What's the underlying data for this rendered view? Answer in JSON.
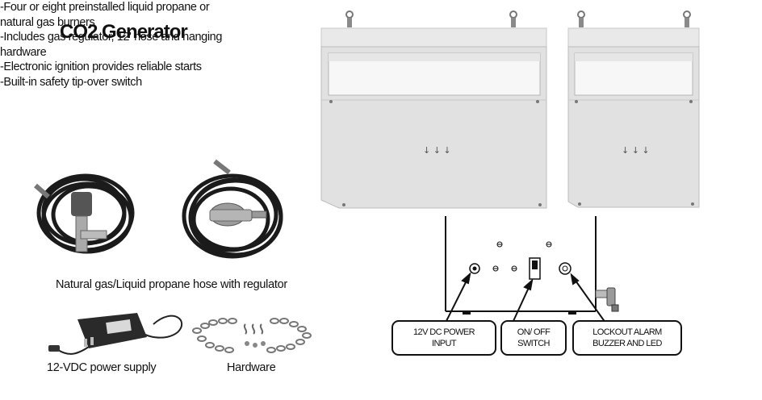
{
  "title": "CO2 Generator",
  "features": [
    "-Four or eight preinstalled liquid propane or natural gas burners",
    "-Includes gas regulator, 12' hose and hanging hardware",
    "-Electronic ignition provides reliable starts",
    "-Built-in safety tip-over switch"
  ],
  "captions": {
    "hose": "Natural gas/Liquid propane hose with regulator",
    "power": "12-VDC power supply",
    "hardware": "Hardware"
  },
  "callouts": {
    "power_input": "12V DC POWER\nINPUT",
    "switch": "ON/ OFF\nSWITCH",
    "alarm": "LOCKOUT ALARM\nBUZZER AND LED"
  }
}
